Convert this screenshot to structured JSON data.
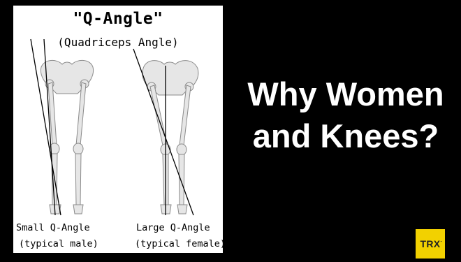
{
  "diagram": {
    "title": "\"Q-Angle\"",
    "subtitle": "(Quadriceps Angle)",
    "left_label_line1": "Small Q-Angle",
    "left_label_line2": "(typical male)",
    "right_label_line1": "Large Q-Angle",
    "right_label_line2": "(typical female)"
  },
  "headline": {
    "line1": "Why Women",
    "line2": "and Knees?"
  },
  "logo": {
    "text": "TRX",
    "background": "#f2d100"
  }
}
